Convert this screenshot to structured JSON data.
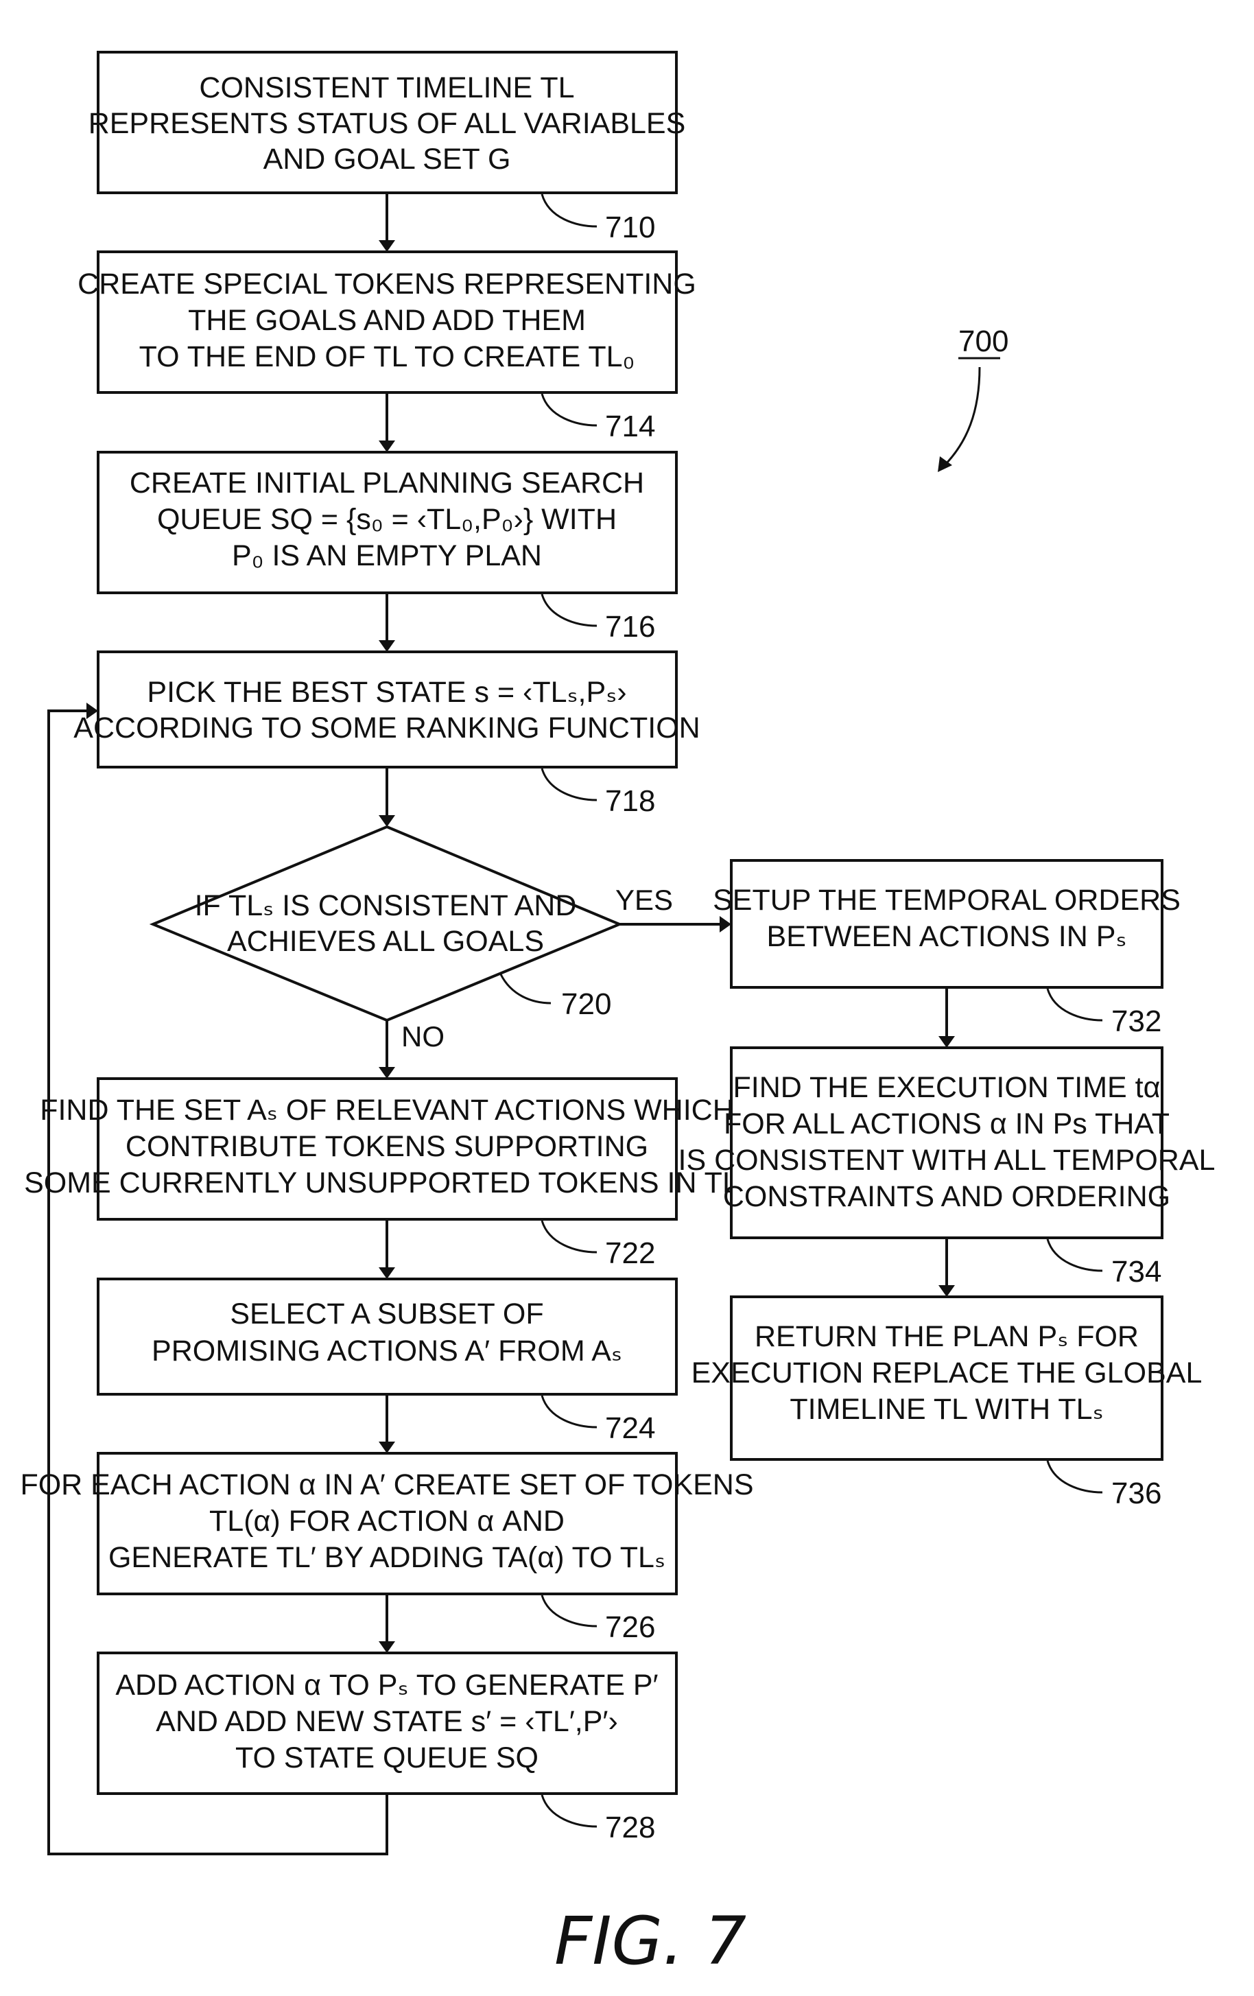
{
  "figure_ref": "700",
  "figure_caption": "FIG. 7",
  "edge_labels": {
    "yes": "YES",
    "no": "NO"
  },
  "steps": {
    "s710": {
      "ref": "710",
      "lines": [
        "CONSISTENT TIMELINE TL",
        "REPRESENTS STATUS OF ALL VARIABLES",
        "AND GOAL SET G"
      ]
    },
    "s714": {
      "ref": "714",
      "lines": [
        "CREATE SPECIAL TOKENS REPRESENTING",
        "THE GOALS AND ADD THEM",
        "TO THE END OF TL TO CREATE TL₀"
      ]
    },
    "s716": {
      "ref": "716",
      "lines": [
        "CREATE INITIAL PLANNING SEARCH",
        "QUEUE SQ = {s₀ = ‹TL₀,P₀›} WITH",
        "P₀ IS AN EMPTY PLAN"
      ]
    },
    "s718": {
      "ref": "718",
      "lines": [
        "PICK THE BEST STATE s = ‹TLₛ,Pₛ›",
        "ACCORDING TO SOME RANKING FUNCTION"
      ]
    },
    "s720": {
      "ref": "720",
      "lines": [
        "IF TLₛ IS CONSISTENT AND",
        "ACHIEVES ALL GOALS"
      ]
    },
    "s722": {
      "ref": "722",
      "lines": [
        "FIND THE SET Aₛ OF RELEVANT ACTIONS WHICH",
        "CONTRIBUTE TOKENS SUPPORTING",
        "SOME CURRENTLY UNSUPPORTED TOKENS  IN TLₛ"
      ]
    },
    "s724": {
      "ref": "724",
      "lines": [
        "SELECT A SUBSET OF",
        "PROMISING ACTIONS A′ FROM Aₛ"
      ]
    },
    "s726": {
      "ref": "726",
      "lines": [
        "FOR EACH ACTION α IN A′ CREATE SET OF TOKENS",
        "TL(α) FOR ACTION α AND",
        "GENERATE TL′ BY ADDING TA(α) TO TLₛ"
      ]
    },
    "s728": {
      "ref": "728",
      "lines": [
        "ADD ACTION α TO Pₛ TO GENERATE P′",
        "AND ADD NEW STATE s′ = ‹TL′,P′›",
        "TO STATE QUEUE SQ"
      ]
    },
    "s732": {
      "ref": "732",
      "lines": [
        "SETUP THE TEMPORAL ORDERS",
        "BETWEEN ACTIONS IN Pₛ"
      ]
    },
    "s734": {
      "ref": "734",
      "lines": [
        "FIND THE EXECUTION TIME tα",
        "FOR ALL ACTIONS α IN Ps THAT",
        "IS CONSISTENT WITH ALL TEMPORAL",
        "CONSTRAINTS AND ORDERING"
      ]
    },
    "s736": {
      "ref": "736",
      "lines": [
        "RETURN THE PLAN Pₛ FOR",
        "EXECUTION REPLACE THE GLOBAL",
        "TIMELINE TL WITH TLₛ"
      ]
    }
  }
}
